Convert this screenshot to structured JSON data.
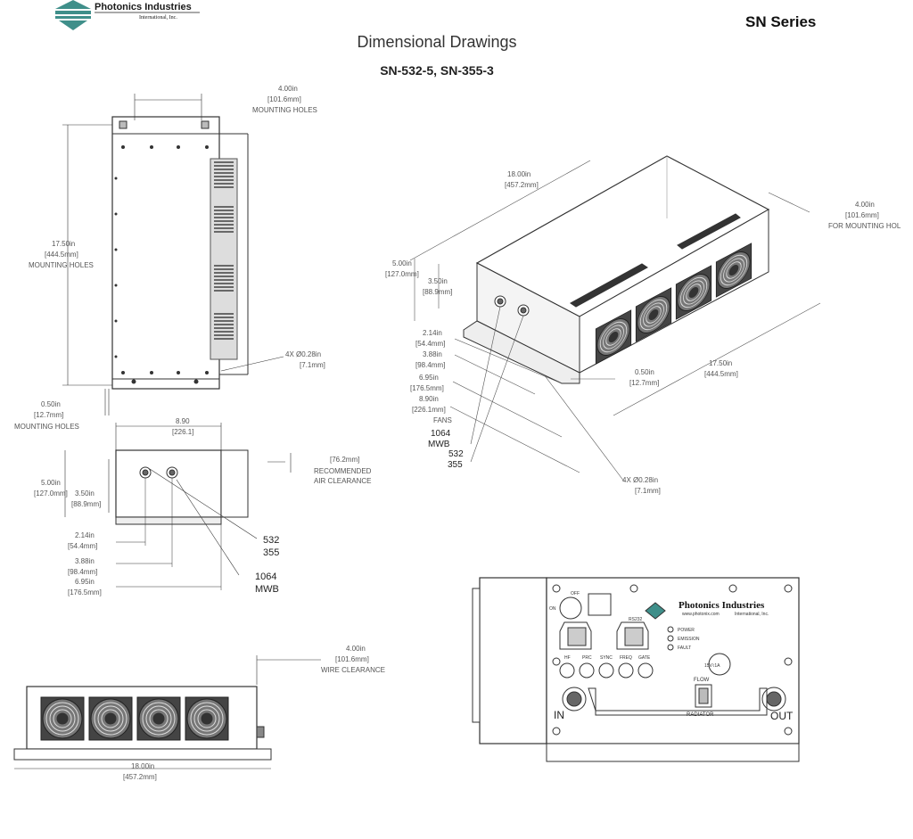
{
  "header": {
    "logo_name": "Photonics Industries",
    "logo_sub": "International, Inc.",
    "series": "SN Series",
    "title": "Dimensional Drawings",
    "subtitle": "SN-532-5, SN-355-3"
  },
  "top_view": {
    "mounting_width": [
      "4.00in",
      "[101.6mm]",
      "MOUNTING HOLES"
    ],
    "mounting_length": [
      "17.50in",
      "[444.5mm]",
      "MOUNTING HOLES"
    ],
    "hole_callout": [
      "4X  Ø0.28in",
      "[7.1mm]"
    ],
    "edge_offset": [
      "0.50in",
      "[12.7mm]",
      "MOUNTING HOLES"
    ]
  },
  "side_view": {
    "length": [
      "8.90",
      "[226.1]"
    ],
    "height": [
      "5.00in",
      "[127.0mm]"
    ],
    "port_height": [
      "3.50in",
      "[88.9mm]"
    ],
    "port1": [
      "2.14in",
      "[54.4mm]"
    ],
    "port2": [
      "3.88in",
      "[98.4mm]"
    ],
    "port3": [
      "6.95in",
      "[176.5mm]"
    ],
    "clearance": [
      "[76.2mm]",
      "RECOMMENDED",
      "AIR CLEARANCE"
    ],
    "label_532": [
      "532",
      "355"
    ],
    "label_1064": [
      "1064",
      "MWB"
    ]
  },
  "iso_view": {
    "length": [
      "18.00in",
      "[457.2mm]"
    ],
    "mount_width": [
      "4.00in",
      "[101.6mm]",
      "FOR MOUNTING HOL"
    ],
    "height": [
      "5.00in",
      "[127.0mm]"
    ],
    "port_height": [
      "3.50in",
      "[88.9mm]"
    ],
    "d1": [
      "2.14in",
      "[54.4mm]"
    ],
    "d2": [
      "3.88in",
      "[98.4mm]"
    ],
    "d3": [
      "6.95in",
      "[176.5mm]"
    ],
    "d4": [
      "8.90in",
      "[226.1mm]",
      "FANS"
    ],
    "mounting_len": [
      "17.50in",
      "[444.5mm]"
    ],
    "edge": [
      "0.50in",
      "[12.7mm]"
    ],
    "holes": [
      "4X  Ø0.28in",
      "[7.1mm]"
    ],
    "label_1064": [
      "1064",
      "MWB"
    ],
    "label_532": [
      "532",
      "355"
    ]
  },
  "front_view": {
    "wire_clearance": [
      "4.00in",
      "[101.6mm]",
      "WIRE CLEARANCE"
    ],
    "length": [
      "18.00in",
      "[457.2mm]"
    ]
  },
  "panel_view": {
    "brand": "Photonics Industries",
    "web": "www.photonix.com",
    "intl": "International, Inc.",
    "on": "ON",
    "off": "OFF",
    "rs232": "RS232",
    "leds": [
      "POWER",
      "EMISSION",
      "FAULT"
    ],
    "connectors": [
      "HF",
      "PRC",
      "SYNC",
      "FREQ",
      "GATE"
    ],
    "voltage": "15V⌇1A",
    "flow": "FLOW",
    "radiator": "RADIATOR",
    "in": "IN",
    "out": "OUT"
  }
}
